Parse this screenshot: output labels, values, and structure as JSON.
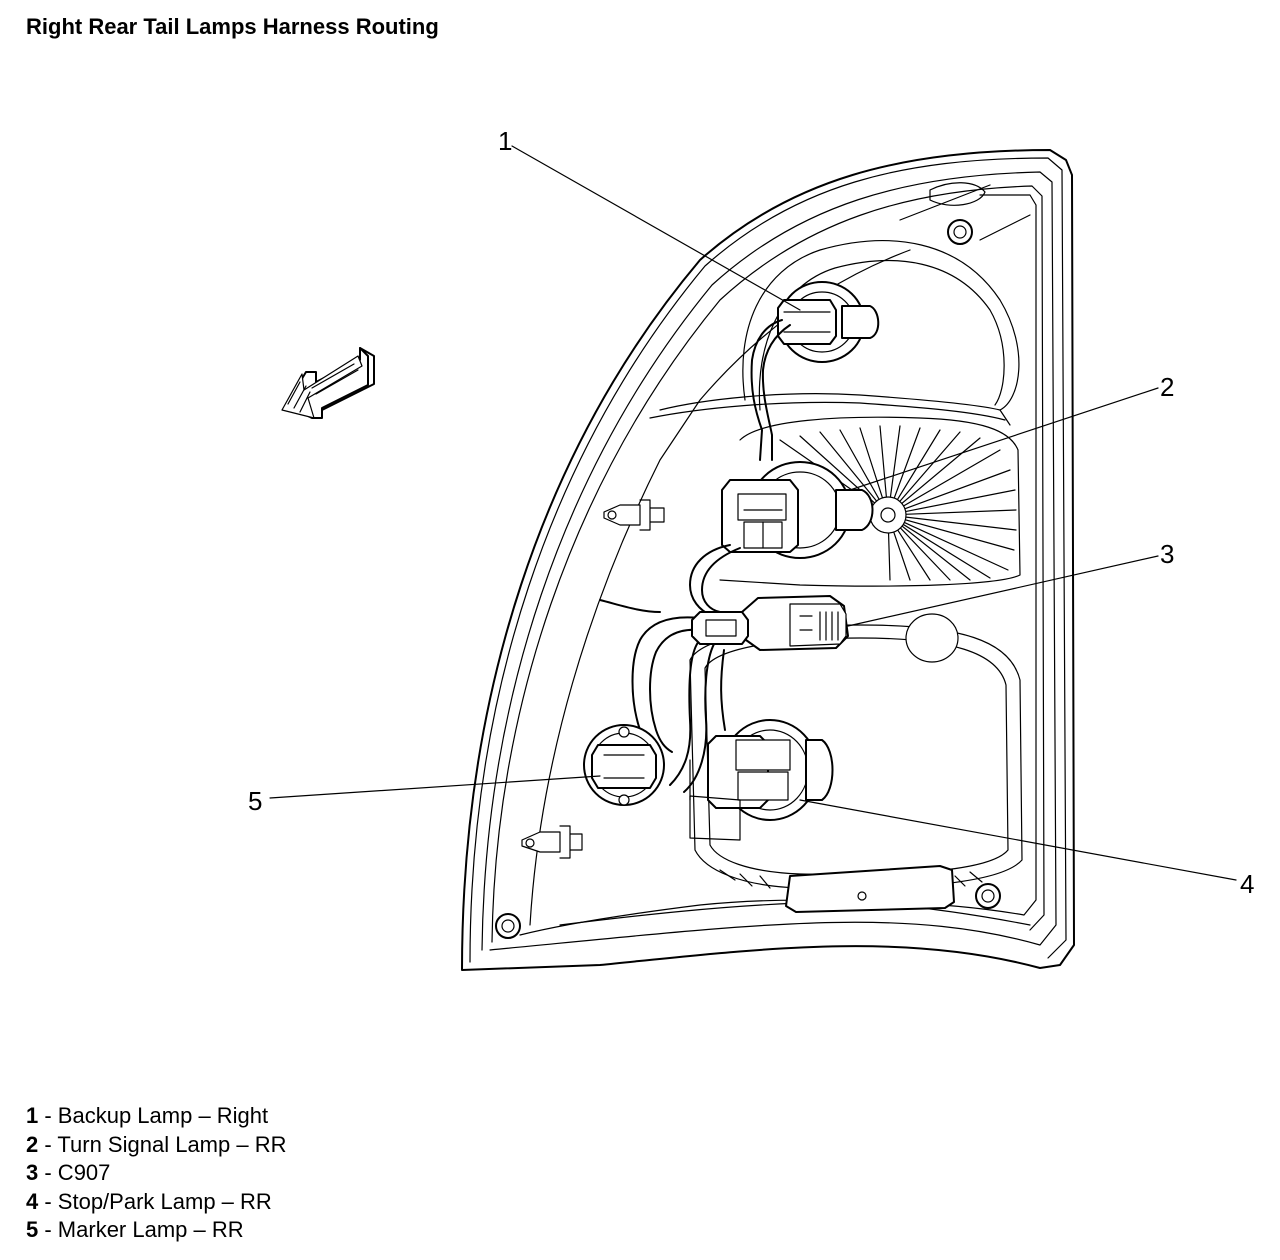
{
  "title": "Right Rear Tail Lamps Harness Routing",
  "callouts": [
    "1",
    "2",
    "3",
    "4",
    "5"
  ],
  "legend": [
    {
      "num": "1",
      "text": " - Backup Lamp – Right"
    },
    {
      "num": "2",
      "text": " - Turn Signal Lamp – RR"
    },
    {
      "num": "3",
      "text": " - C907"
    },
    {
      "num": "4",
      "text": " - Stop/Park Lamp – RR"
    },
    {
      "num": "5",
      "text": " - Marker Lamp – RR"
    }
  ],
  "icons": {
    "direction": "forward-arrow-icon"
  }
}
